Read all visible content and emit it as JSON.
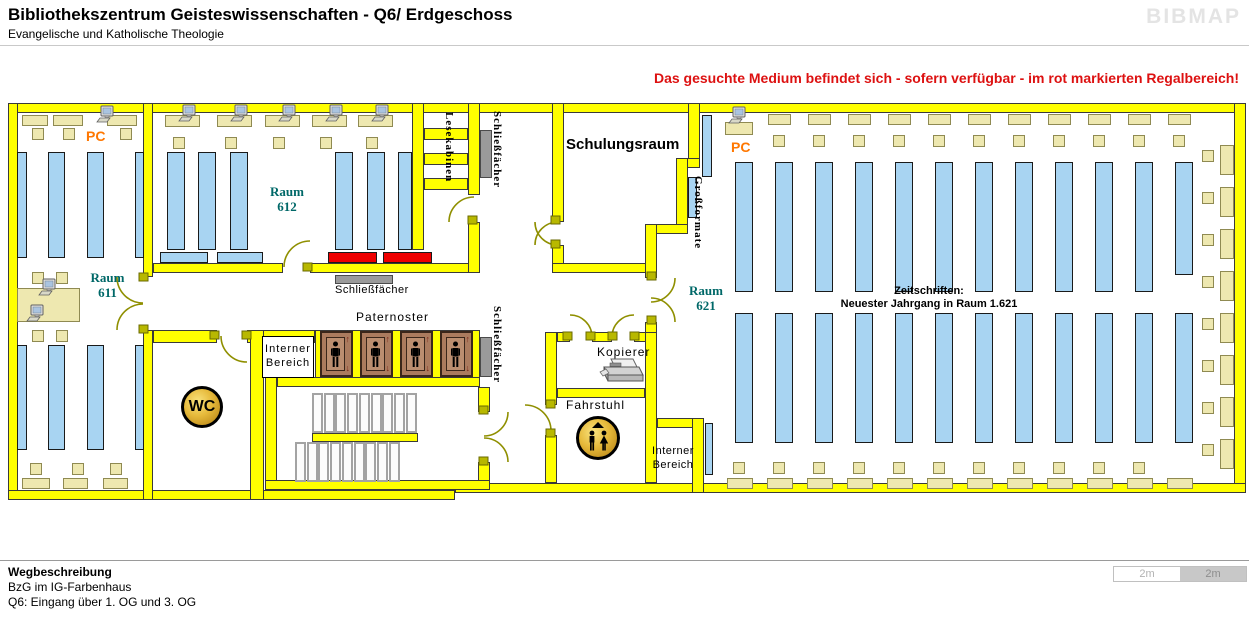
{
  "header": {
    "title": "Bibliothekszentrum Geisteswissenschaften - Q6/ Erdgeschoss",
    "subtitle": "Evangelische und Katholische Theologie",
    "logo": "BIBMAP"
  },
  "notice": "Das gesuchte Medium befindet sich - sofern verfügbar -  im rot markierten Regalbereich!",
  "labels": {
    "raum611_l1": "Raum",
    "raum611_l2": "611",
    "raum612_l1": "Raum",
    "raum612_l2": "612",
    "raum621_l1": "Raum",
    "raum621_l2": "621",
    "schulungsraum": "Schulungsraum",
    "lesekabinen": "Lesekabinen",
    "schliessfaecher_oben": "Schließfächer",
    "schliessfaecher_mitte": "Schließfächer",
    "schliessfaecher_612": "Schließfächer",
    "grossformate": "Großformate",
    "paternoster": "Paternoster",
    "interner1_l1": "Interner",
    "interner1_l2": "Bereich",
    "interner2_l1": "Interner",
    "interner2_l2": "Bereich",
    "wc": "WC",
    "kopierer": "Kopierer",
    "fahrstuhl": "Fahrstuhl",
    "pc_links": "PC",
    "pc_rechts": "PC",
    "zeitschriften_l1": "Zeitschriften:",
    "zeitschriften_l2": "Neuester Jahrgang in Raum  1.621"
  },
  "footer": {
    "heading": "Wegbeschreibung",
    "line1": "BzG im IG-Farbenhaus",
    "line2": "Q6: Eingang über 1. OG und 3. OG"
  },
  "scalebar": {
    "segment1": "2m",
    "segment2": "2m"
  },
  "colors": {
    "wall": "#ffff00",
    "shelf": "#a8d4f2",
    "marked_shelf": "#ee0000",
    "furniture": "#eee8b0",
    "locker": "#9a9a9a",
    "room_label": "#006868",
    "notice": "#dd1111",
    "pc_label": "#ff7700",
    "door": "#8f8f00",
    "cabin": "#ab7b5e",
    "logo": "#e4e4e4"
  },
  "icons": [
    "wc-icon",
    "fahrstuhl-icon",
    "kopierer-icon",
    "pc-icon",
    "paternoster-cabin-icon",
    "door-arc",
    "stairs"
  ]
}
